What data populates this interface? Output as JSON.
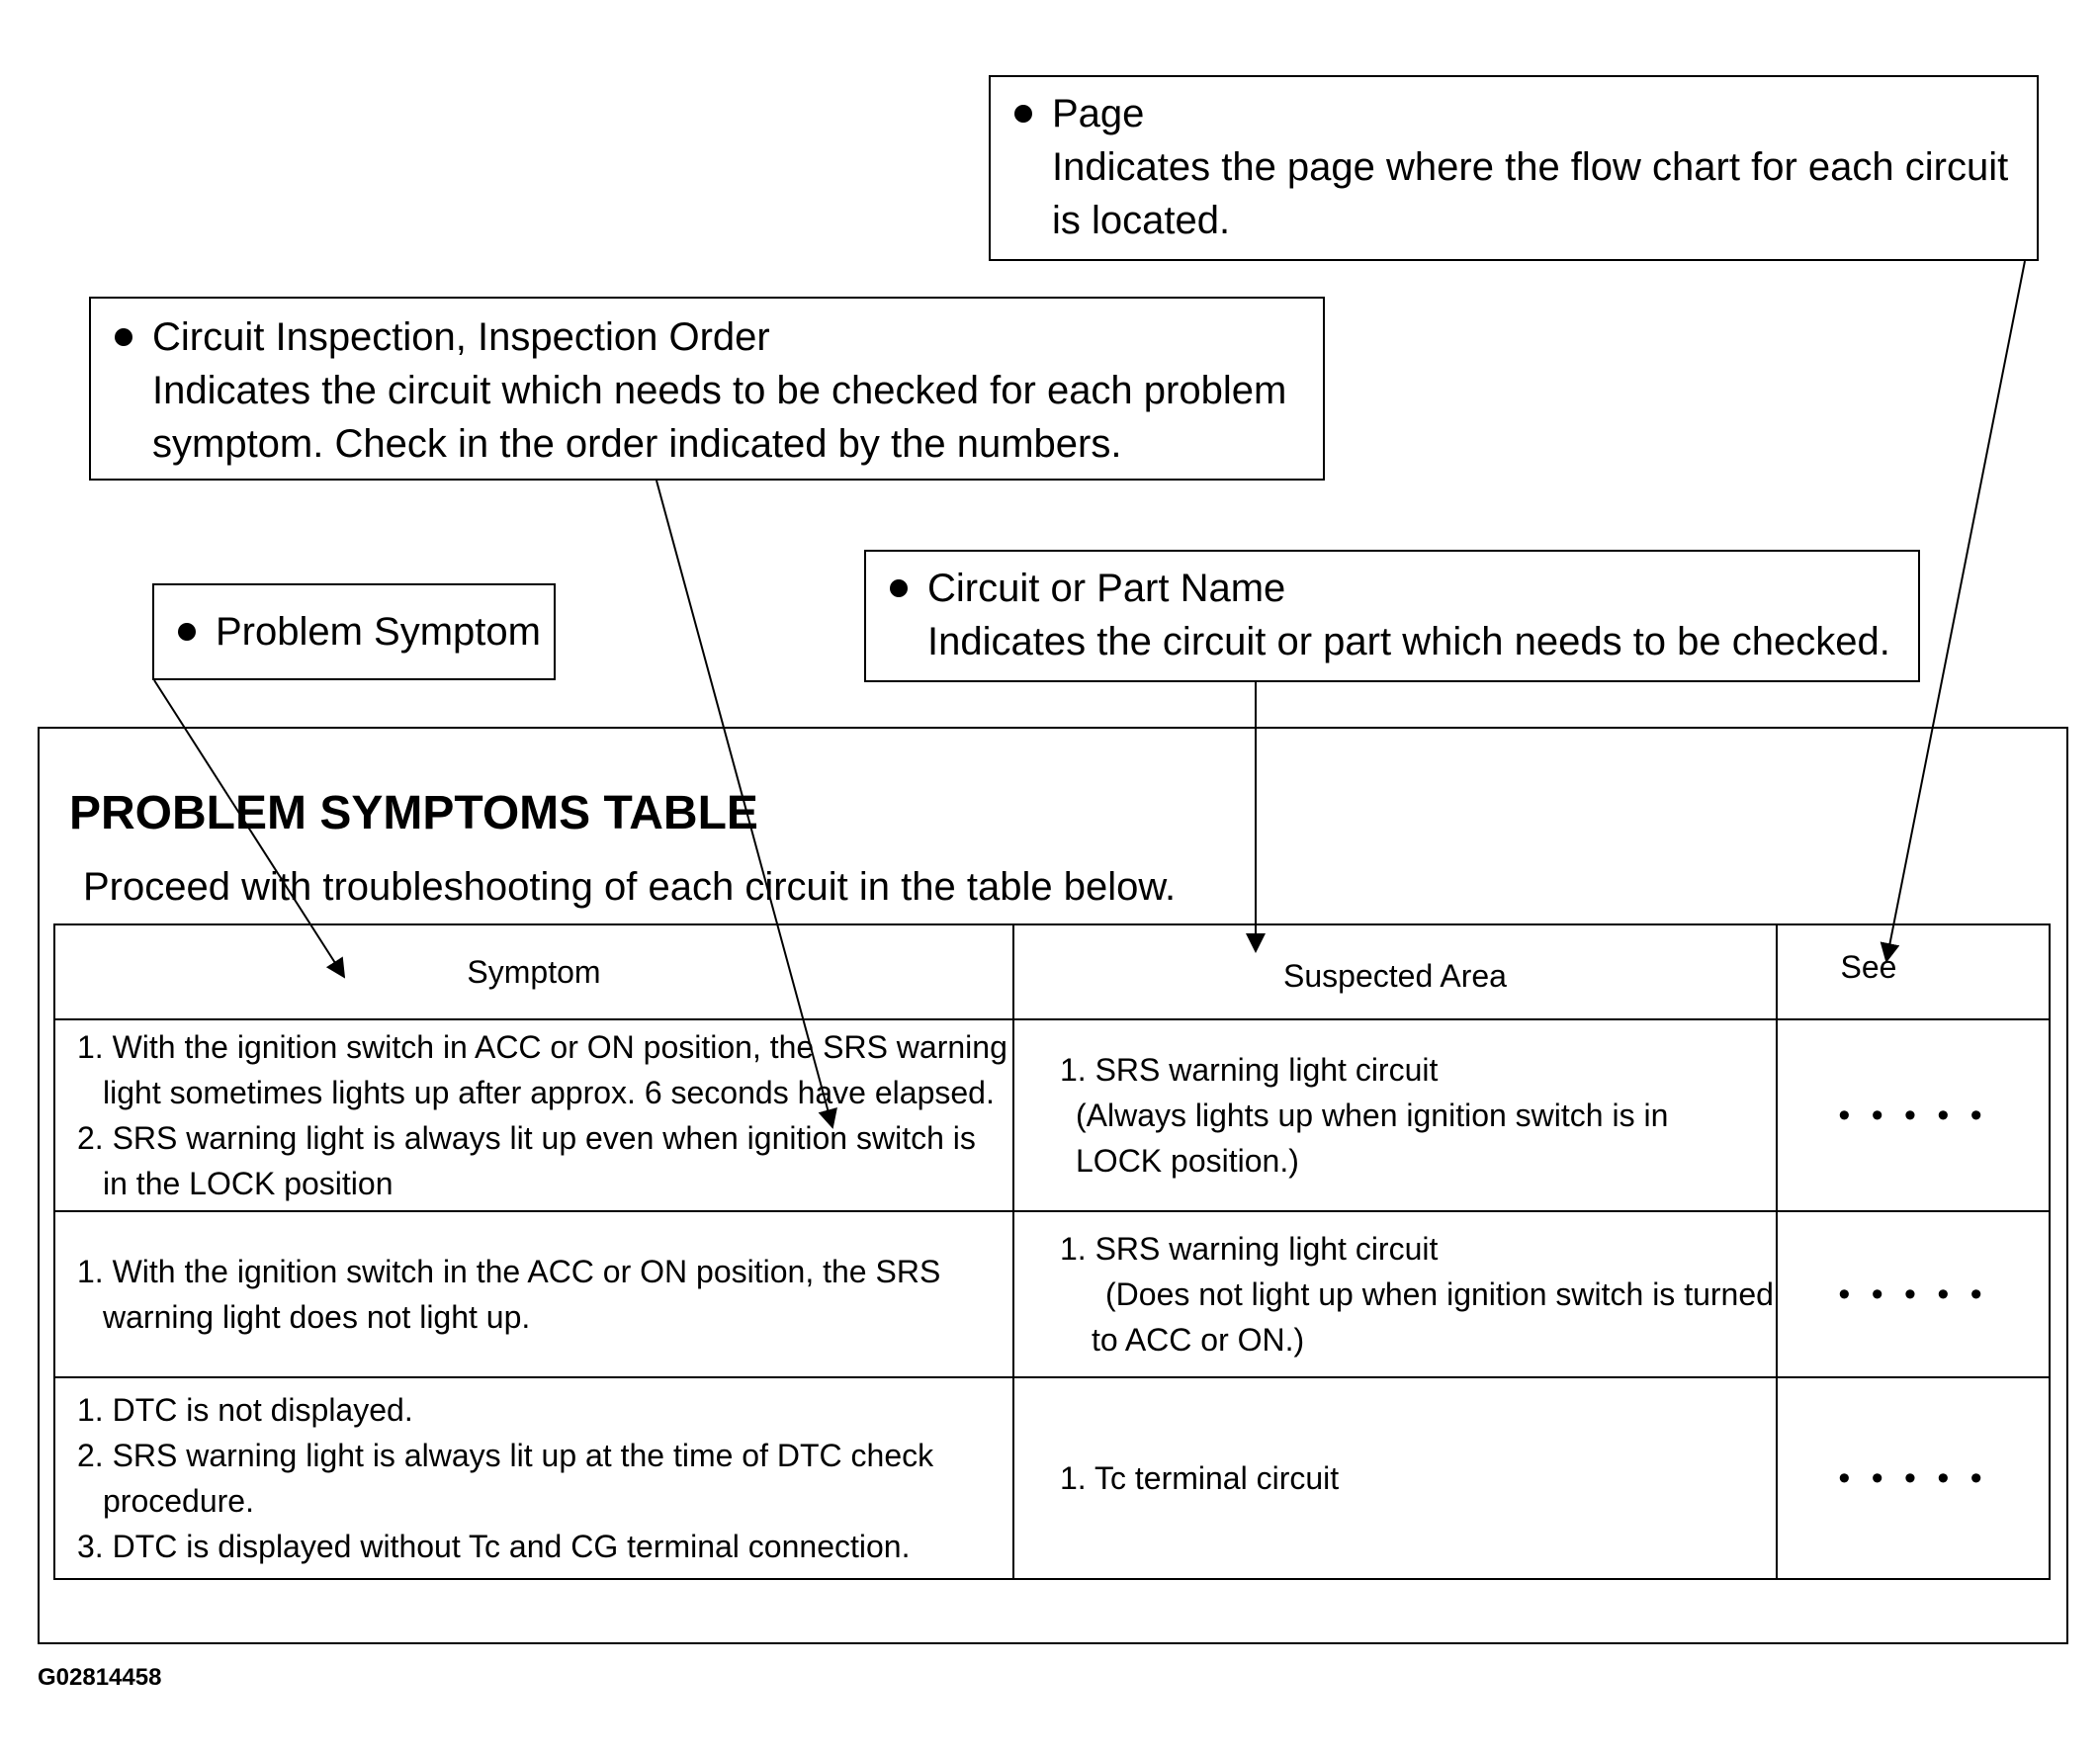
{
  "callouts": {
    "page": {
      "title": "Page",
      "lines": [
        "Indicates the page where the flow chart for each circuit",
        "is located."
      ]
    },
    "circuit_inspection": {
      "title": "Circuit Inspection, Inspection Order",
      "lines": [
        "Indicates the circuit which needs to be checked for each problem",
        "symptom. Check in the order indicated by the numbers."
      ]
    },
    "circuit_part_name": {
      "title": "Circuit or Part Name",
      "lines": [
        "Indicates the circuit or part which needs to be checked."
      ]
    },
    "problem_symptom": {
      "title": "Problem Symptom"
    }
  },
  "table": {
    "title": "PROBLEM SYMPTOMS TABLE",
    "subtitle": "Proceed with troubleshooting of each circuit in the table below.",
    "headers": {
      "symptom": "Symptom",
      "area": "Suspected Area",
      "see": "See"
    },
    "rows": [
      {
        "symptom": [
          "1. With the ignition switch in  ACC or ON position, the SRS warning",
          "light sometimes lights up after approx. 6 seconds have elapsed.",
          "2. SRS warning light is always lit up even when ignition switch is",
          "in the LOCK position"
        ],
        "area": [
          "1. SRS warning light circuit",
          "(Always lights up when ignition switch is in",
          "LOCK position.)"
        ],
        "see": "• • • • •"
      },
      {
        "symptom": [
          "1. With the ignition switch in the ACC or ON position, the SRS",
          "warning light does not light up."
        ],
        "area": [
          "1. SRS warning light circuit",
          "(Does not light up when ignition switch is turned",
          "to ACC or ON.)"
        ],
        "see": "• • • • •"
      },
      {
        "symptom": [
          "1. DTC is not displayed.",
          "2. SRS warning light is always lit up at the time of DTC check",
          "procedure.",
          "3. DTC is displayed without Tc and CG terminal connection."
        ],
        "area": [
          "1. Tc terminal circuit"
        ],
        "see": "• • • • •"
      }
    ]
  },
  "figure_id": "G02814458"
}
